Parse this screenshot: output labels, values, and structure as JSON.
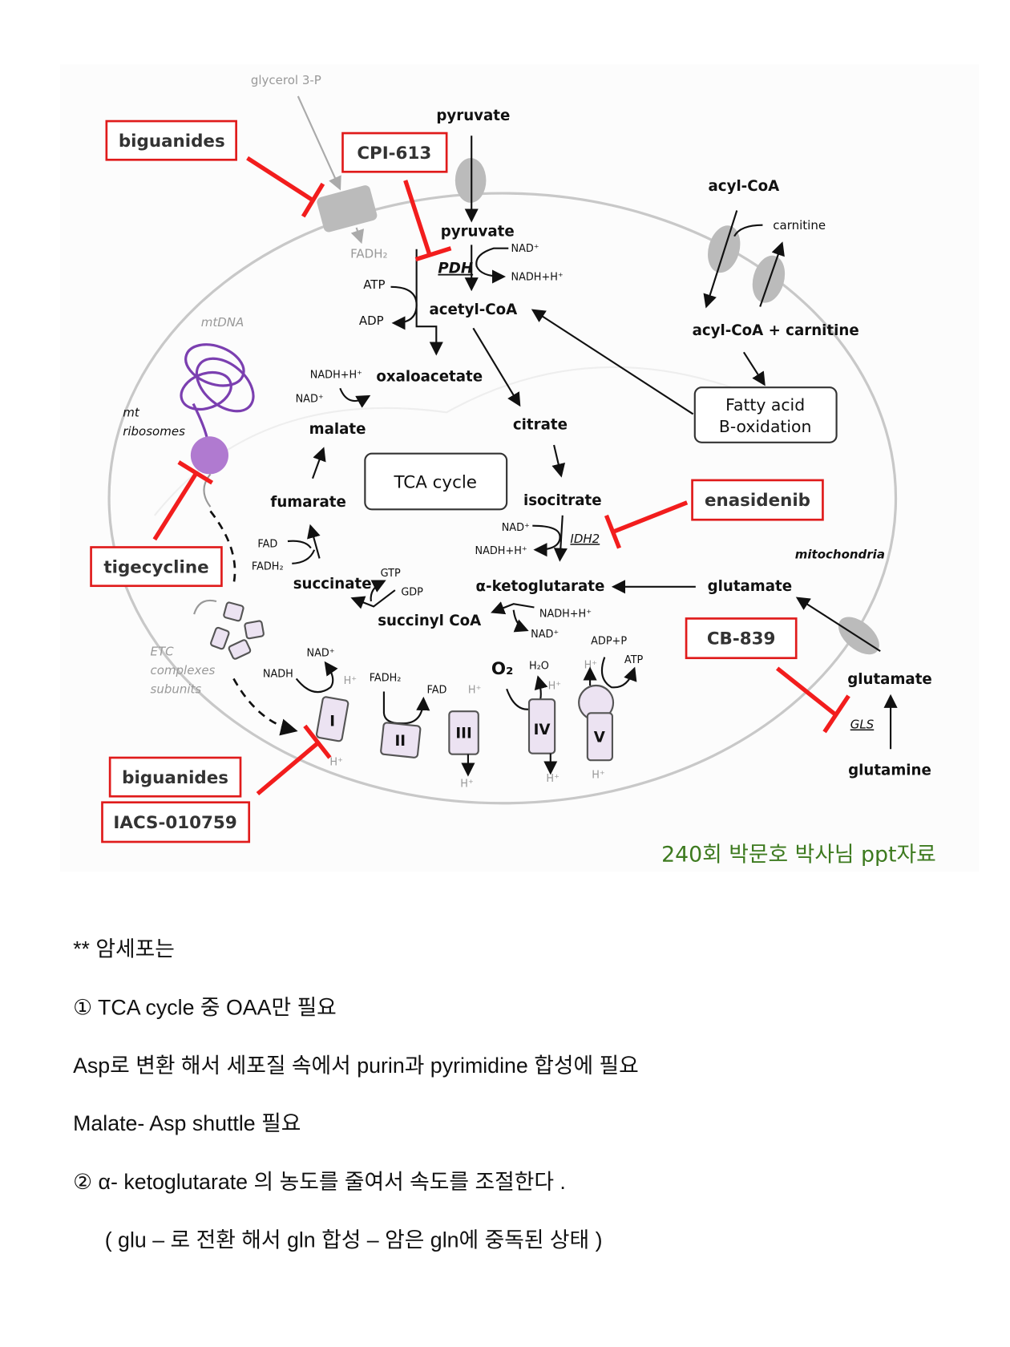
{
  "diagram": {
    "glycerol": "glycerol 3-P",
    "pyruvate_top": "pyruvate",
    "pyruvate": "pyruvate",
    "pdh": "PDH",
    "nad_pdh": "NAD⁺",
    "nadh_pdh": "NADH+H⁺",
    "acetyl_coa": "acetyl-CoA",
    "fadh2_top": "FADH₂",
    "atp_top": "ATP",
    "adp_top": "ADP",
    "mtdna": "mtDNA",
    "mt": "mt",
    "ribosomes": "ribosomes",
    "acyl_coa": "acyl-CoA",
    "carnitine": "carnitine",
    "acyl_carnitine": "acyl-CoA + carnitine",
    "fatty_1": "Fatty acid",
    "fatty_2": "B-oxidation",
    "nadh_mal": "NADH+H⁺",
    "nad_mal": "NAD⁺",
    "oxaloacetate": "oxaloacetate",
    "malate": "malate",
    "citrate": "citrate",
    "tca": "TCA cycle",
    "fumarate": "fumarate",
    "isocitrate": "isocitrate",
    "nad_idh": "NAD⁺",
    "nadh_idh": "NADH+H⁺",
    "idh2": "IDH2",
    "mitochondria": "mitochondria",
    "fad_s": "FAD",
    "fadh2_s": "FADH₂",
    "succinate": "succinate",
    "gtp": "GTP",
    "gdp": "GDP",
    "succinyl": "succinyl CoA",
    "akg": "α-ketoglutarate",
    "glutamate": "glutamate",
    "nadh_akg": "NADH+H⁺",
    "nad_akg": "NAD⁺",
    "glutamate2": "glutamate",
    "gls": "GLS",
    "glutamine": "glutamine",
    "etc1": "ETC",
    "etc2": "complexes",
    "etc3": "subunits",
    "nad_c1": "NAD⁺",
    "nadh_c1": "NADH",
    "h": "H⁺",
    "fadh2_c2": "FADH₂",
    "fad_c2": "FAD",
    "o2": "O₂",
    "h2o": "H₂O",
    "adp_p": "ADP+P",
    "atp_c5": "ATP",
    "c1": "I",
    "c2": "II",
    "c3": "III",
    "c4": "IV",
    "c5": "V"
  },
  "drugs": {
    "biguanides_top": "biguanides",
    "cpi613": "CPI-613",
    "enasidenib": "enasidenib",
    "tigecycline": "tigecycline",
    "cb839": "CB-839",
    "biguanides_bottom": "biguanides",
    "iacs": "IACS-010759"
  },
  "caption": "240회 박문호 박사님 ppt자료",
  "colors": {
    "inhibitor": "#f21d1d",
    "caption": "#3d7a1f",
    "complex": "#ece3f2",
    "mtdna": "#7b3fb0"
  },
  "notes": [
    "** 암세포는",
    "① TCA cycle 중 OAA만 필요",
    "Asp로 변환 해서 세포질 속에서  purin과 pyrimidine 합성에 필요",
    "Malate- Asp shuttle 필요",
    "② α- ketoglutarate 의 농도를 줄여서  속도를 조절한다 .",
    "( glu – 로 전환 해서  gln 합성 – 암은 gln에 중독된 상태 )"
  ]
}
